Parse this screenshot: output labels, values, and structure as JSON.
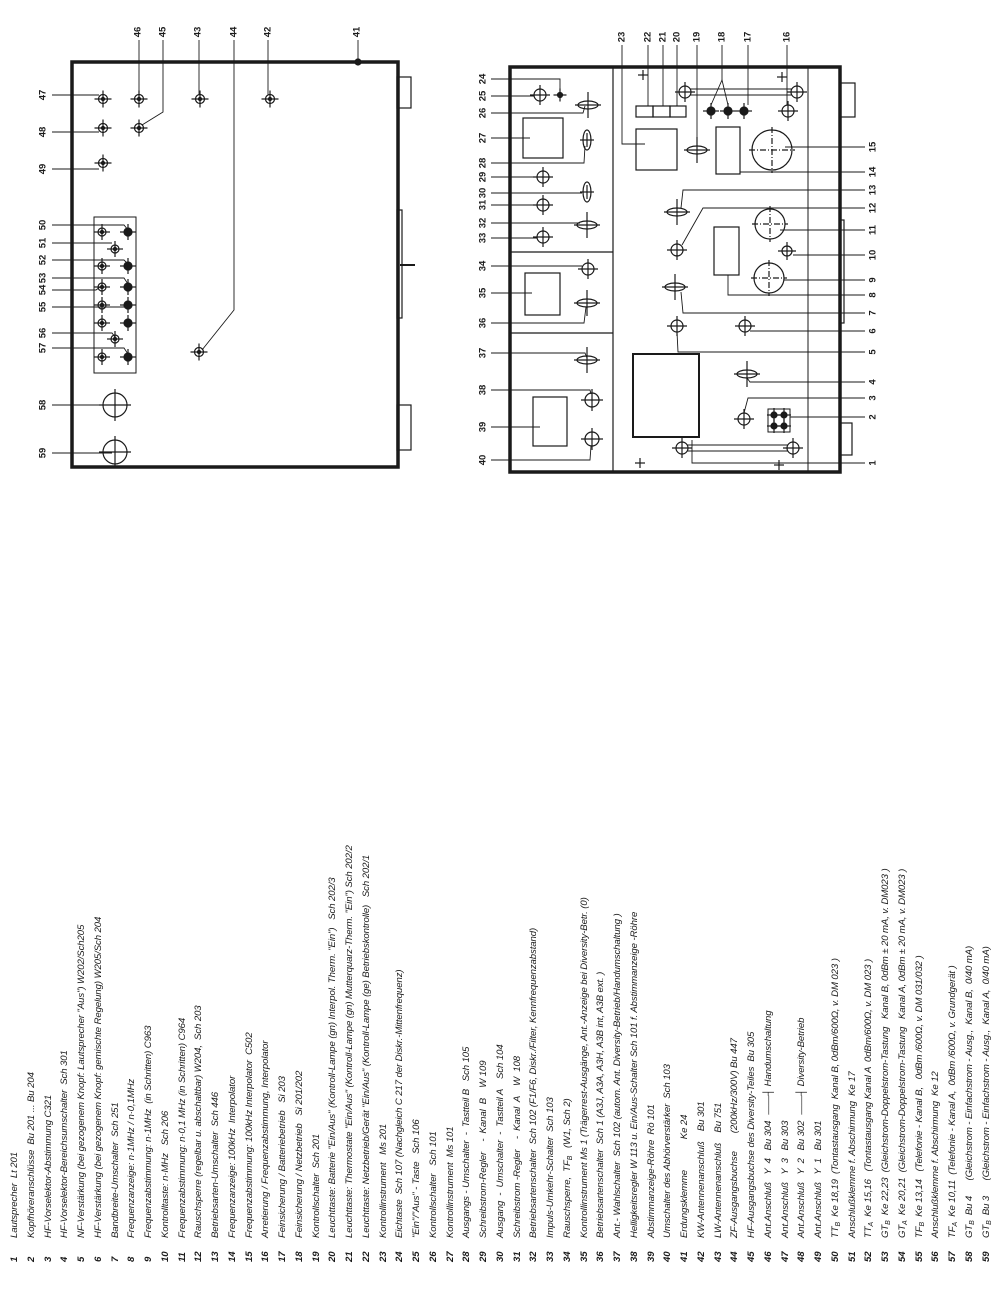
{
  "callouts": [
    "1",
    "2",
    "3",
    "4",
    "5",
    "6",
    "7",
    "8",
    "9",
    "10",
    "11",
    "12",
    "13",
    "14",
    "15",
    "16",
    "17",
    "18",
    "19",
    "20",
    "21",
    "22",
    "23",
    "24",
    "25",
    "26",
    "27",
    "28",
    "29",
    "30",
    "31",
    "32",
    "33",
    "34",
    "35",
    "36",
    "37",
    "38",
    "39",
    "40",
    "41",
    "42",
    "43",
    "44",
    "45",
    "46",
    "47",
    "48",
    "49",
    "50",
    "51",
    "52",
    "53",
    "54",
    "55",
    "56",
    "57",
    "58",
    "59"
  ],
  "legend": [
    {
      "n": "1",
      "text": "Lautsprecher  Lt 201"
    },
    {
      "n": "2",
      "text": "Kopfhöreranschlüsse  Bu 201 ... Bu 204"
    },
    {
      "n": "3",
      "text": "HF-Vorselektor-Abstimmung C321"
    },
    {
      "n": "4",
      "text": "HF-Vorselektor-Bereichsumschalter  Sch 301"
    },
    {
      "n": "5",
      "text": "NF-Verstärkung (bei gezogenem Knopf: Lautsprecher \"Aus\") W202/Sch205"
    },
    {
      "n": "6",
      "text": "HF-Verstärkung (bei gezogenem Knopf: gemischte Regelung) W205/Sch 204"
    },
    {
      "n": "7",
      "text": "Bandbreite-Umschalter  Sch 251"
    },
    {
      "n": "8",
      "text": "Frequenzanzeige: n·1MHz / n·0,1MHz"
    },
    {
      "n": "9",
      "text": "Frequenzabstimmung: n·1MHz  (in Schritten) C963"
    },
    {
      "n": "10",
      "text": "Kontrolltaste: n·MHz   Sch 206"
    },
    {
      "n": "11",
      "text": "Frequenzabstimmung: n·0,1 MHz (in Schritten) C964"
    },
    {
      "n": "12",
      "text": "Rauschsperre (regelbar u. abschaltbar) W204,  Sch 203"
    },
    {
      "n": "13",
      "text": "Betriebsarten-Umschalter  Sch 446"
    },
    {
      "n": "14",
      "text": "Frequenzanzeige: 100kHz  Interpolator"
    },
    {
      "n": "15",
      "text": "Frequenzabstimmung: 100kHz Interpolator  C502"
    },
    {
      "n": "16",
      "text": "Arretierung / Frequenzabstimmung, Interpolator"
    },
    {
      "n": "17",
      "text": "Feinsicherung / Batteriebetrieb   Si 203"
    },
    {
      "n": "18",
      "text": "Feinsicherung / Netzbetrieb   Si 201/202"
    },
    {
      "n": "19",
      "text": "Kontrollschalter  Sch 201"
    },
    {
      "n": "20",
      "text": "Leuchttaste: Batterie \"Ein/Aus\" (Kontroll-Lampe (gn) Interpol. Therm. \"Ein\")   Sch 202/3"
    },
    {
      "n": "21",
      "text": "Leuchttaste: Thermostate \"Ein/Aus\" (Kontroll-Lampe (gn) Mutterquarz-Therm. \"Ein\") Sch 202/2"
    },
    {
      "n": "22",
      "text": "Leuchttaste: Netzbetrieb/Gerät \"Ein/Aus\" (Kontroll-Lampe (ge) Betriebskontrolle)   Sch 202/1"
    },
    {
      "n": "23",
      "text": "Kontrollinstrument   Ms 201"
    },
    {
      "n": "24",
      "text": "Eichtaste  Sch 107 (Nachgleich C 217 der Diskr.-Mittenfrequenz)"
    },
    {
      "n": "25",
      "text": "\"Ein\"/\"Aus\" - Taste   Sch 106"
    },
    {
      "n": "26",
      "text": "Kontrollschalter   Sch 101"
    },
    {
      "n": "27",
      "text": "Kontrollinstrument  Ms 101"
    },
    {
      "n": "28",
      "text": "Ausgangs - Umschalter  -  Tastteil B   Sch 105"
    },
    {
      "n": "29",
      "text": "Schreibstrom-Regler    -  Kanal  B    W 109"
    },
    {
      "n": "30",
      "text": "Ausgang  -  Umschalter  -  Tastteil A    Sch 104"
    },
    {
      "n": "31",
      "text": "Schreibstrom -Regler    -  Kanal  A    W  108"
    },
    {
      "n": "32",
      "text": "Betriebsartenschalter  Sch 102 (F1/F6, Diskr./Filter, Kennfrequenzabstand)"
    },
    {
      "n": "33",
      "text": "Impuls-Umkehr-Schalter  Sch 103"
    },
    {
      "n": "34",
      "text": "Rauschsperre,  ",
      "sym": "TF",
      "sub": "B",
      "after": "   (W1, Sch 2)"
    },
    {
      "n": "35",
      "text": "Kontrollinstrument Ms 1 (Trägerrest-Ausgänge, Ant.-Anzeige bei Diversity-Betr. (0)"
    },
    {
      "n": "36",
      "text": "Betriebsartenschalter  Sch 1 (A3J, A3A, A3H, A3B int, A3B ext. )"
    },
    {
      "n": "37",
      "text": "Ant.- Wahlschalter  Sch 102 (autom. Ant. Diversity-Betrieb/Handumschaltung )"
    },
    {
      "n": "38",
      "text": "Helligkeitsregler W 113 u. Ein/Aus-Schalter Sch 101 f. Abstimmanzeige -Röhre"
    },
    {
      "n": "39",
      "text": "Abstimmanzeige-Röhre  Rö 101"
    },
    {
      "n": "40",
      "text": "Umschalter des Abhörverstärker  Sch 103"
    },
    {
      "n": "41",
      "text": "Erdungsklemme            Ke 24"
    },
    {
      "n": "42",
      "text": "KW-Antennenanschluß    Bu 301"
    },
    {
      "n": "43",
      "text": "LW-Antennenanschluß    Bu 751"
    },
    {
      "n": "44",
      "text": "ZF-Ausgangsbuchse       (200kHz/300V) Bu 447"
    },
    {
      "n": "45",
      "text": "HF-Ausgangsbuchse des Diversity-Teiles  Bu 305"
    },
    {
      "n": "46",
      "text": "Ant.Anschluß   Y  4   Bu 304",
      "bracket": "Handumschaltung"
    },
    {
      "n": "47",
      "text": "Ant.Anschluß   Y  3   Bu 303"
    },
    {
      "n": "48",
      "text": "Ant.Anschluß   Y  2   Bu 302",
      "bracket": "Diversity-Betrieb"
    },
    {
      "n": "49",
      "text": "Ant.Anschluß   Y  1   Bu 301"
    },
    {
      "n": "50",
      "sym": "TT",
      "sub": "B",
      "after": "  Ke 18,19  (Tontastausgang  Kanal B, 0dBm/600Ω, v. DM 023 )"
    },
    {
      "n": "51",
      "text": "Anschlußklemme f. Abschirmung  Ke 17"
    },
    {
      "n": "52",
      "sym": "TT",
      "sub": "A",
      "after": "  Ke 15,16   (Tontastausgang Kanal A  0dBm/600Ω, v. DM 023 )"
    },
    {
      "n": "53",
      "sym": "GT",
      "sub": "B",
      "after": "  Ke 22,23  (Gleichstrom-Doppelstrom-Tastung   Kanal B, 0dBm ± 20 mA, v. DM023 )"
    },
    {
      "n": "54",
      "sym": "GT",
      "sub": "A",
      "after": "  Ke 20,21  (Gleichstrom-Doppelstrom-Tastung   Kanal A, 0dBm ± 20 mA, v. DM023 )"
    },
    {
      "n": "55",
      "sym": "TF",
      "sub": "B",
      "after": "  Ke 13,14   (Telefonie - Kanal B,   0dBm /600Ω, v. DM 031/032 )"
    },
    {
      "n": "56",
      "text": "Anschlußklemme f. Abschirmung  Ke 12"
    },
    {
      "n": "57",
      "sym": "TF",
      "sub": "A",
      "after": "  Ke 10,11  (Telefonie - Kanal A,  0dBm /600Ω, v. Grundgerät )"
    },
    {
      "n": "58",
      "sym": "GT",
      "sub": "B",
      "after": "  Bu 4      (Gleichstrom - Einfachstrom - Ausg.,  Kanal B,  0/40 mA)"
    },
    {
      "n": "59",
      "sym": "GT",
      "sub": "B",
      "after": "  Bu 3      (Gleichstrom - Einfachstrom - Ausg.,  Kanal A,  0/40 mA)"
    }
  ]
}
